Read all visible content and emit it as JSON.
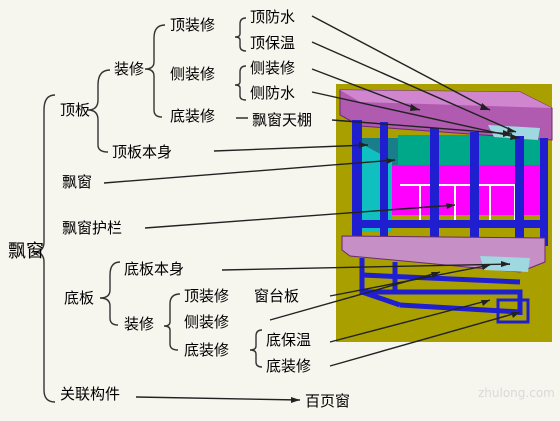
{
  "root": "飘窗",
  "colors": {
    "wall": "#a9a000",
    "frame": "#1f1fd0",
    "panel": "#b05bb0",
    "floor": "#ff00ff",
    "glass": "#00a88a"
  },
  "top_board": {
    "label": "顶板",
    "decoration": {
      "label": "装修",
      "top": {
        "label": "顶装修",
        "items": [
          "顶防水",
          "顶保温"
        ]
      },
      "side": {
        "label": "侧装修",
        "items": [
          "侧装修",
          "侧防水"
        ]
      },
      "bottom": {
        "label": "底装修",
        "item": "飘窗天棚"
      }
    },
    "body": "顶板本身"
  },
  "window": "飘窗",
  "railing": "飘窗护栏",
  "bottom_board": {
    "label": "底板",
    "body": "底板本身",
    "decoration": {
      "label": "装修",
      "top": {
        "label": "顶装修",
        "item": "窗台板"
      },
      "side": {
        "label": "侧装修"
      },
      "bottom": {
        "label": "底装修",
        "items": [
          "底保温",
          "底装修"
        ]
      }
    }
  },
  "related": {
    "label": "关联构件",
    "item": "百页窗"
  },
  "watermark": "zhulong.com"
}
